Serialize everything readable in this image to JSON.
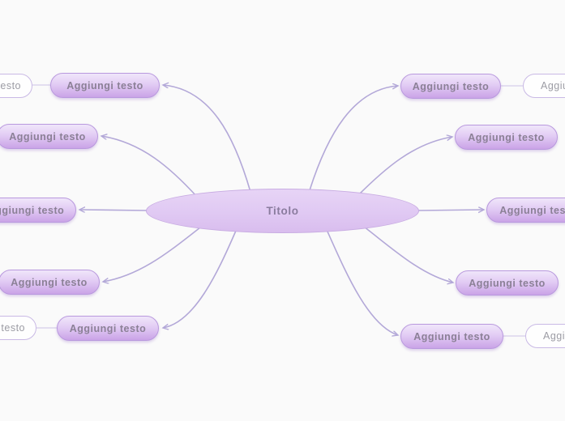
{
  "app": {
    "background_color": "#fafafa"
  },
  "colors": {
    "node_fill_top": "#f0e6fa",
    "node_fill_bottom": "#caa3e7",
    "node_border": "#b999de",
    "node_text": "#8b8096",
    "root_fill": "#e0c8f2",
    "root_text": "#8a7c9e",
    "connector_line": "#b3a8d8",
    "ghost_fill": "#fefefe",
    "ghost_border": "#c9b9e5",
    "ghost_text": "#9c9ca4"
  },
  "mindmap": {
    "root": {
      "label": "Titolo"
    },
    "nodes": [
      {
        "id": "left-1",
        "label": "Aggiungi testo"
      },
      {
        "id": "left-2",
        "label": "Aggiungi testo"
      },
      {
        "id": "left-3",
        "label": "Aggiungi testo"
      },
      {
        "id": "left-4",
        "label": "Aggiungi testo"
      },
      {
        "id": "left-5",
        "label": "Aggiungi testo"
      },
      {
        "id": "right-1",
        "label": "Aggiungi testo"
      },
      {
        "id": "right-2",
        "label": "Aggiungi testo"
      },
      {
        "id": "right-3",
        "label": "Aggiungi testo"
      },
      {
        "id": "right-4",
        "label": "Aggiungi testo"
      },
      {
        "id": "right-5",
        "label": "Aggiungi testo"
      }
    ],
    "ghost_nodes": [
      {
        "id": "ghost-left-1",
        "label": "Aggiungi testo"
      },
      {
        "id": "ghost-left-5",
        "label": "Aggiungi testo"
      },
      {
        "id": "ghost-right-1",
        "label": "Aggiungi testo"
      },
      {
        "id": "ghost-right-5",
        "label": "Aggiungi testo"
      }
    ]
  }
}
